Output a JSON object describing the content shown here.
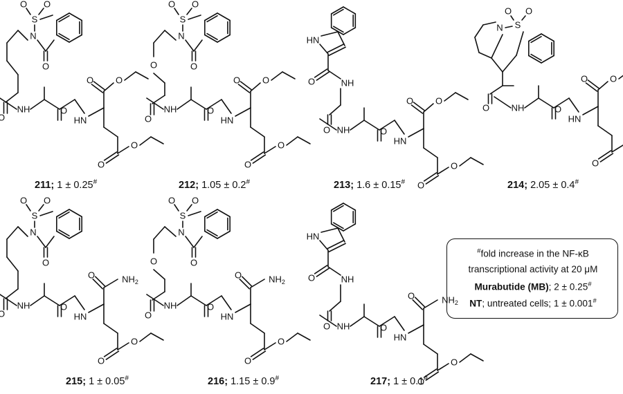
{
  "compounds": [
    {
      "id": "211",
      "value": "1 ± 0.25",
      "mark": "#"
    },
    {
      "id": "212",
      "value": "1.05 ± 0.2",
      "mark": "#"
    },
    {
      "id": "213",
      "value": "1.6 ± 0.15",
      "mark": "#"
    },
    {
      "id": "214",
      "value": "2.05 ± 0.4",
      "mark": "#"
    },
    {
      "id": "215",
      "value": "1 ± 0.05",
      "mark": "#"
    },
    {
      "id": "216",
      "value": "1.15 ± 0.9",
      "mark": "#"
    },
    {
      "id": "217",
      "value": "1 ± 0.1",
      "mark": "#"
    }
  ],
  "separator": ";",
  "atoms": {
    "O": "O",
    "N": "N",
    "S": "S",
    "NH": "NH",
    "HN": "HN",
    "NH2": "NH",
    "sub2": "2"
  },
  "legend": {
    "line1_mark": "#",
    "line1": "fold increase in the NF-κB",
    "line2": "transcriptional activity at 20 μM",
    "line3_bold": "Murabutide (MB)",
    "line3_rest": "; 2 ± 0.25",
    "line3_mark": "#",
    "line4_bold": "NT",
    "line4_rest": "; untreated cells; 1 ± 0.001",
    "line4_mark": "#"
  }
}
